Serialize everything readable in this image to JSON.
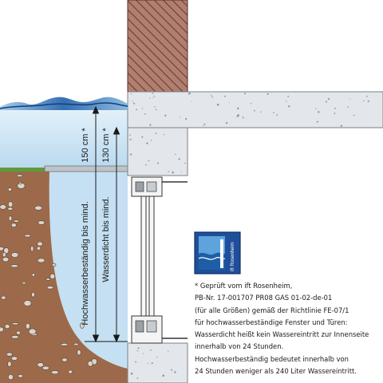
{
  "labels": {
    "water_resistant_min": "Hochwasserbeständig bis mind.",
    "watertight_min": "Wasserdicht bis mind.",
    "height_150": "150 cm *",
    "height_130": "130 cm *"
  },
  "badge": {
    "text": "ift Rosenheim",
    "colors": {
      "frame": "#1f4f9a",
      "water": "#3f8fd0"
    }
  },
  "note_lines": [
    "* Geprüft vom ift Rosenheim,",
    "PB-Nr. 17-001707 PR08 GAS 01-02-de-01",
    "(für alle Größen) gemäß der Richtlinie FE-07/1",
    "für hochwasserbeständige Fenster und Türen:",
    "Wasserdicht heißt kein Wassereintritt zur Innenseite",
    "innerhalb von 24 Stunden.",
    "Hochwasserbeständig bedeutet innerhalb von",
    "24 Stunden weniger als 240 Liter Wassereintritt."
  ],
  "colors": {
    "water": "#cfe6f5",
    "soil": "#9c6a4a",
    "brick": "#b48070",
    "concrete": "#e3e6ea"
  }
}
